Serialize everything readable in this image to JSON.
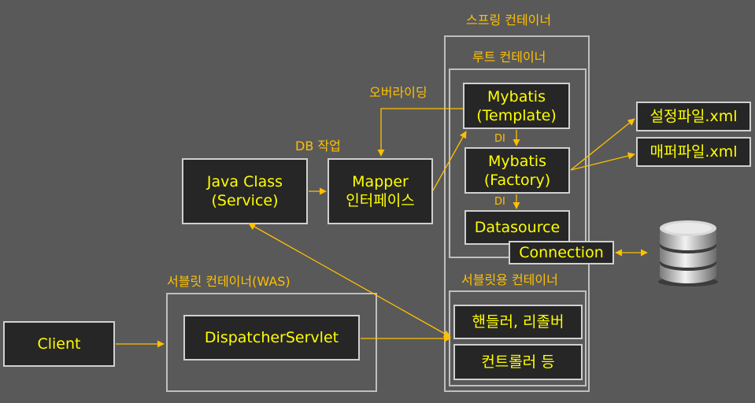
{
  "labels": {
    "spring_container": "스프링 컨테이너",
    "root_container": "루트 컨테이너",
    "override": "오버라이딩",
    "db_work": "DB 작업",
    "servlet_container_was": "서블릿 컨테이너(WAS)",
    "servlet_container": "서블릿용 컨테이너",
    "di1": "DI",
    "di2": "DI"
  },
  "boxes": {
    "java_class": [
      "Java Class",
      "(Service)"
    ],
    "mapper": [
      "Mapper",
      "인터페이스"
    ],
    "mybatis_template": [
      "Mybatis",
      "(Template)"
    ],
    "mybatis_factory": [
      "Mybatis",
      "(Factory)"
    ],
    "datasource": "Datasource",
    "connection": "Connection",
    "config_xml": "설정파일.xml",
    "mapper_xml": "매퍼파일.xml",
    "client": "Client",
    "dispatcher": "DispatcherServlet",
    "handler": "핸들러, 리졸버",
    "controller": "컨트롤러 등"
  },
  "colors": {
    "background": "#595959",
    "box_fill": "#262626",
    "box_text": "#ffff00",
    "arrow": "#ffc000",
    "frame": "#bfbfbf"
  },
  "icons": {
    "database": "database-icon"
  }
}
